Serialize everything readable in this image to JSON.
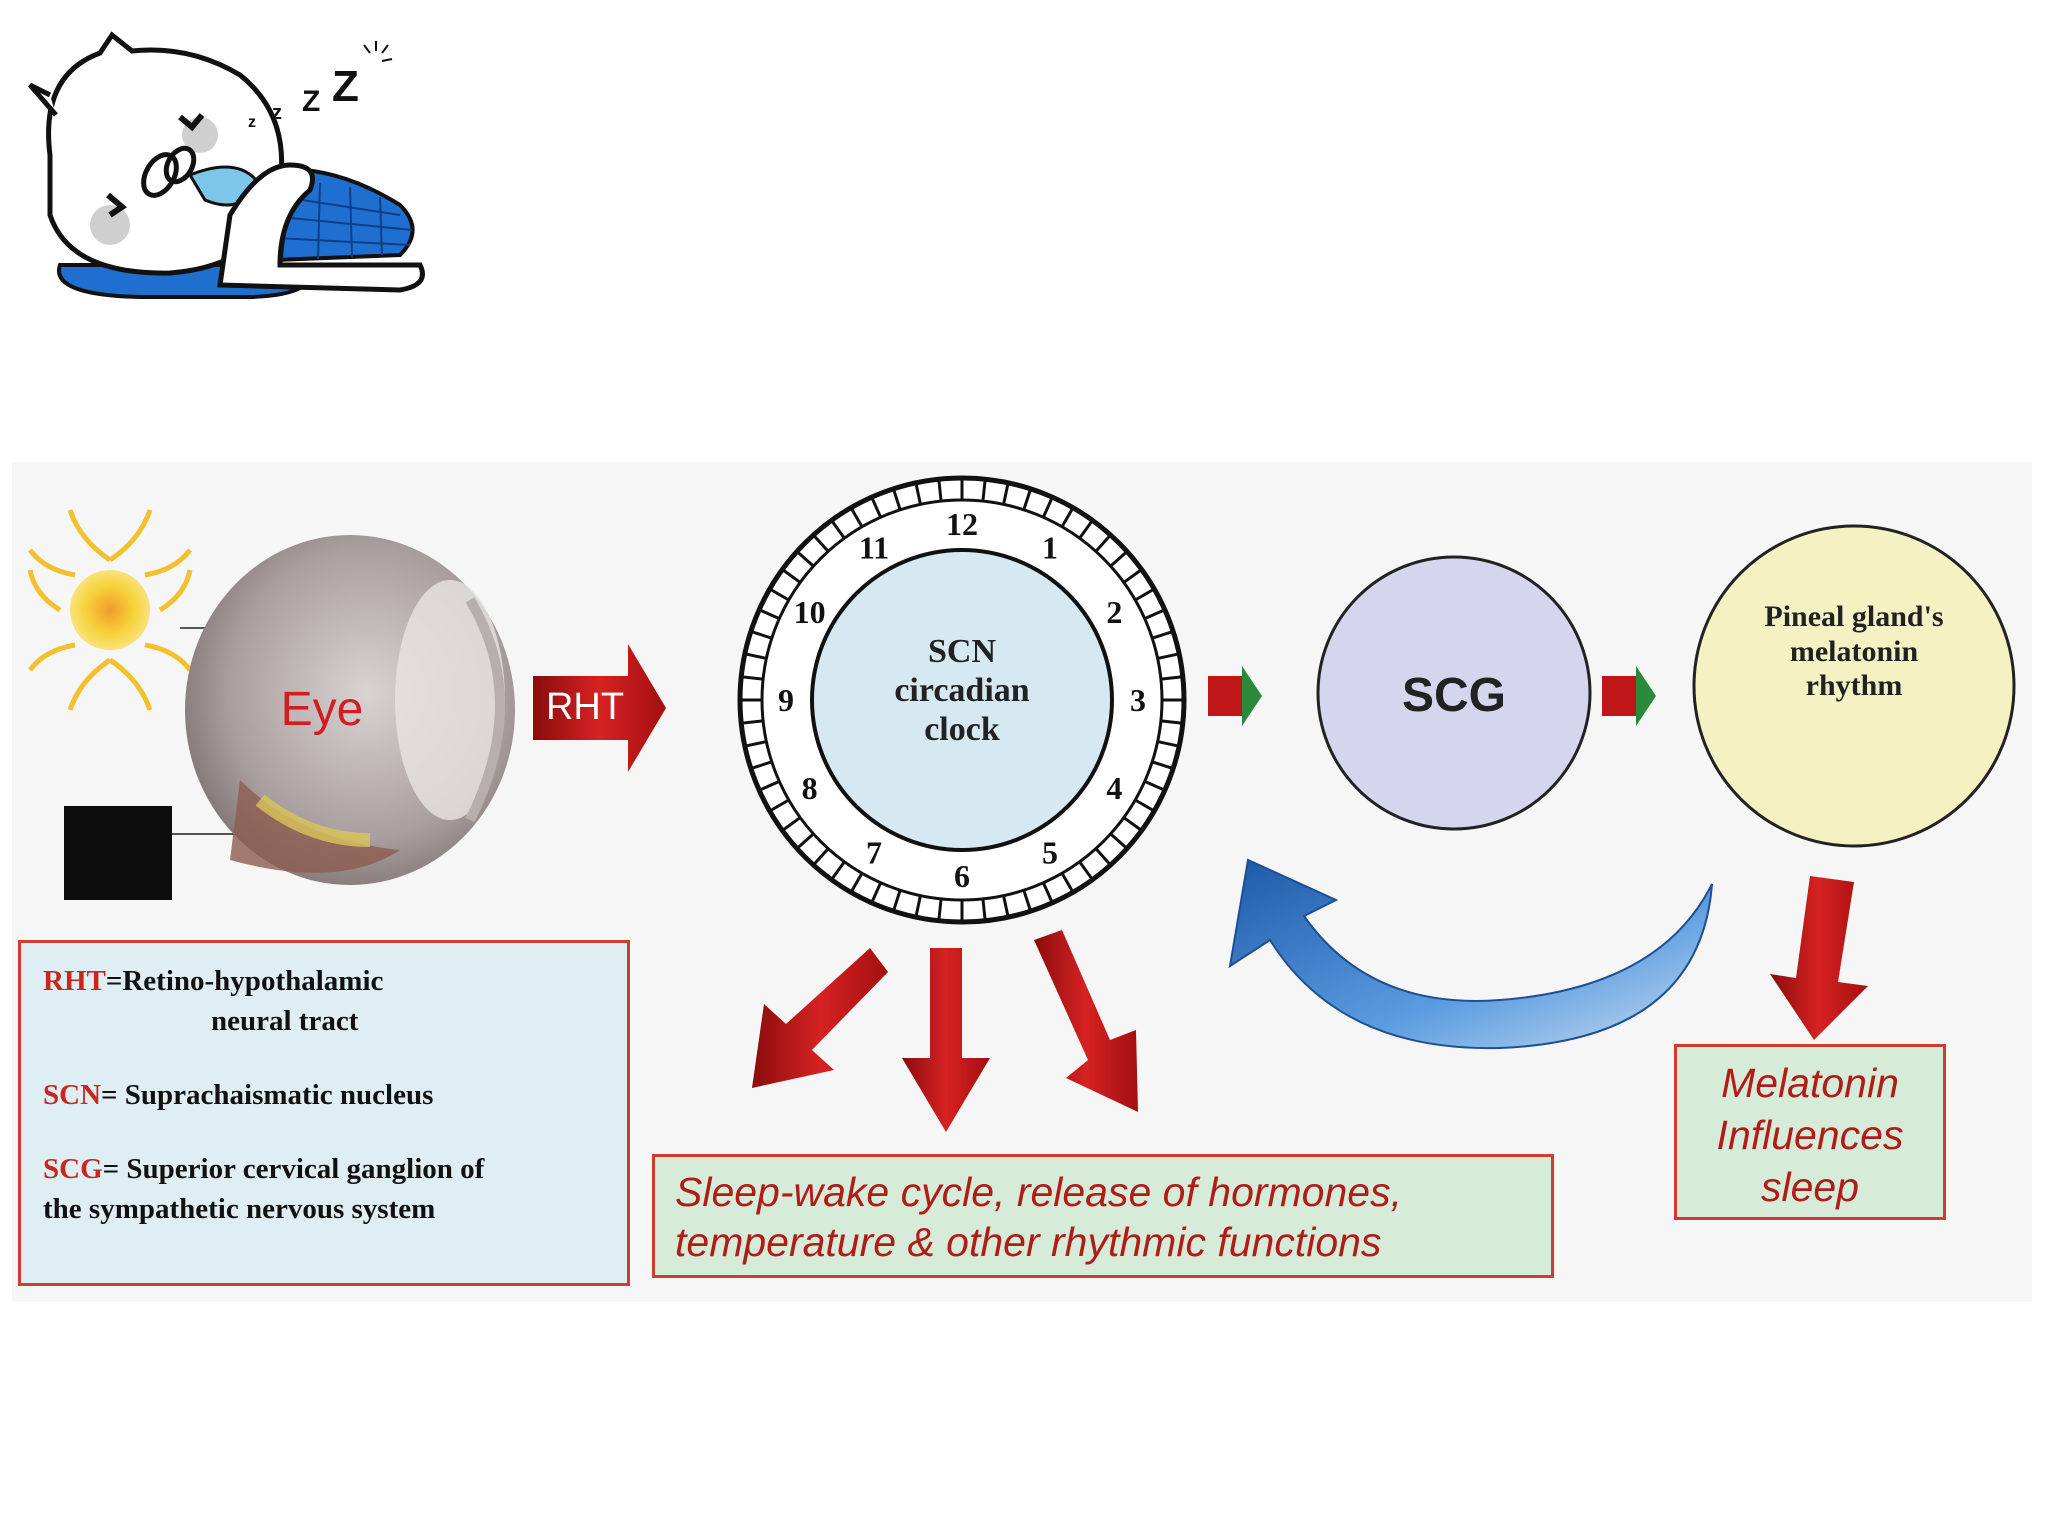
{
  "nodes": {
    "eye": "Eye",
    "rht": "RHT",
    "scn": "SCN circadian clock",
    "scg": "SCG",
    "pineal": "Pineal gland's melatonin rhythm"
  },
  "clock_numbers": [
    "12",
    "1",
    "2",
    "3",
    "4",
    "5",
    "6",
    "7",
    "8",
    "9",
    "10",
    "11"
  ],
  "legend": {
    "rht_abbr": "RHT",
    "rht_def_1": "=Retino-hypothalamic",
    "rht_def_2": "neural tract",
    "scn_abbr": "SCN",
    "scn_def": "= Suprachaismatic nucleus",
    "scg_abbr": "SCG",
    "scg_def_1": "= Superior cervical ganglion of",
    "scg_def_2": "the sympathetic nervous system"
  },
  "effects": {
    "line1": "Sleep-wake cycle, release of hormones,",
    "line2": "temperature & other rhythmic functions"
  },
  "melatonin": {
    "line1": "Melatonin",
    "line2": "Influences",
    "line3": "sleep"
  },
  "colors": {
    "arrow_red": "#c0161a",
    "clock_face": "#d6e9f3",
    "scg_fill": "#d5d6ee",
    "pineal_fill": "#f4f1c3",
    "feedback_blue": "#3a78c4",
    "mascot_blue": "#1f6fd0"
  }
}
